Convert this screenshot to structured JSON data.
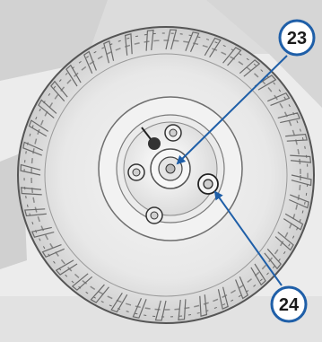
{
  "callouts": [
    {
      "id": "23",
      "label": "23",
      "target": "wheel-hub-center"
    },
    {
      "id": "24",
      "label": "24",
      "target": "wheel-nut"
    }
  ],
  "colors": {
    "callout_ring": "#1f5fa8",
    "callout_fill": "#ffffff",
    "leader_line": "#1f5fa8",
    "tire": "#e4e4e4",
    "tire_outline": "#555555",
    "background": "#ececec"
  }
}
